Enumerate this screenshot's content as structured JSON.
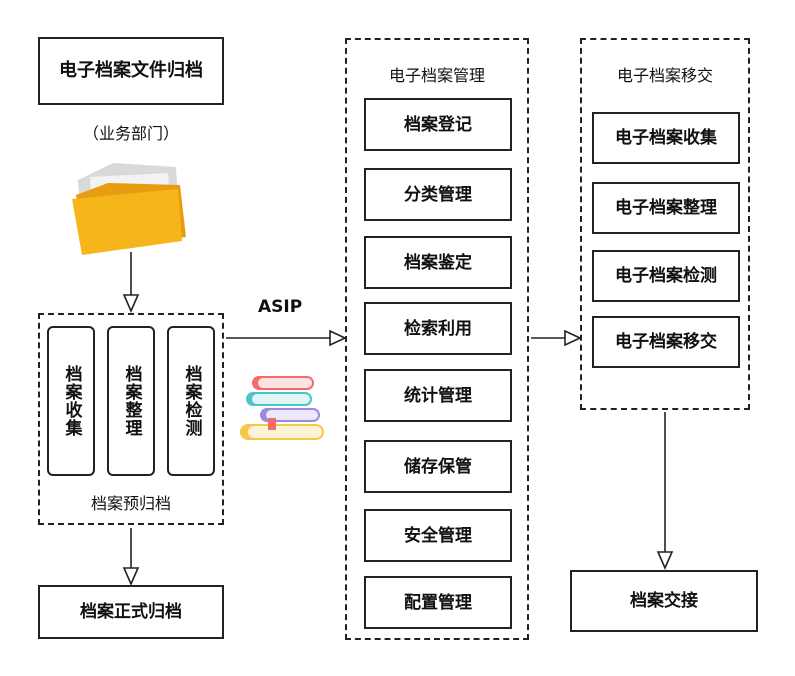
{
  "archiving": {
    "title": "电子档案文件归档",
    "dept": "（业务部门）",
    "pre_group_label": "档案预归档",
    "pre_items": [
      "档案收集",
      "档案整理",
      "档案检测"
    ],
    "formal": "档案正式归档"
  },
  "connector_label": "ASIP",
  "management": {
    "title": "电子档案管理",
    "items": [
      "档案登记",
      "分类管理",
      "档案鉴定",
      "检索利用",
      "统计管理",
      "储存保管",
      "安全管理",
      "配置管理"
    ]
  },
  "transfer": {
    "title": "电子档案移交",
    "items": [
      "电子档案收集",
      "电子档案整理",
      "电子档案检测",
      "电子档案移交"
    ],
    "handover": "档案交接"
  },
  "icons": [
    "folder-icon",
    "books-icon"
  ],
  "colors": {
    "folder": "#F7B51C",
    "folder_dark": "#E89C12",
    "book_red": "#F26C6C",
    "book_teal": "#4FC3C8",
    "book_purple": "#9C8BDB",
    "book_yellow": "#F5C84B"
  }
}
